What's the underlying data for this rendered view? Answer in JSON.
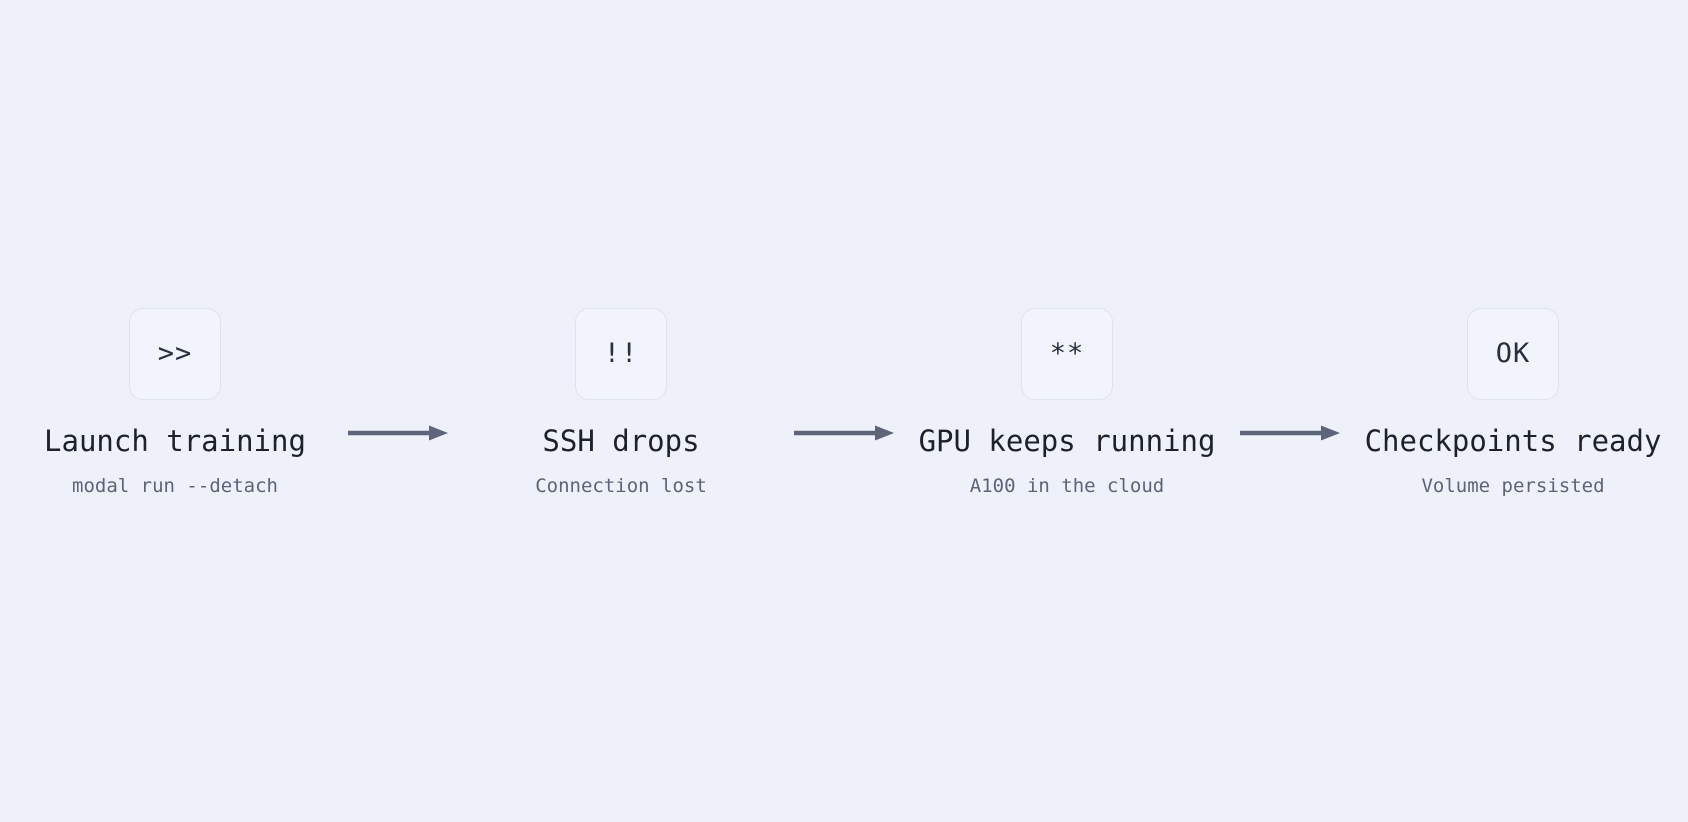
{
  "theme": {
    "background": "#eef1fa",
    "box_fill": "#f2f4fc",
    "box_border": "#dee3f1",
    "title_color": "#1d2129",
    "subtitle_color": "#5d6478",
    "arrow_color": "#5e6479"
  },
  "diagram": {
    "type": "horizontal-flow",
    "nodes": [
      {
        "icon_glyph": ">>",
        "icon_name": "chevron-double-right-icon",
        "title": "Launch training",
        "subtitle": "modal run --detach"
      },
      {
        "icon_glyph": "!!",
        "icon_name": "double-exclamation-icon",
        "title": "SSH drops",
        "subtitle": "Connection lost"
      },
      {
        "icon_glyph": "**",
        "icon_name": "double-asterisk-icon",
        "title": "GPU keeps running",
        "subtitle": "A100 in the cloud"
      },
      {
        "icon_glyph": "OK",
        "icon_name": "ok-status-icon",
        "title": "Checkpoints ready",
        "subtitle": "Volume persisted"
      }
    ],
    "connectors": [
      {
        "name": "arrow-1",
        "direction": "right"
      },
      {
        "name": "arrow-2",
        "direction": "right"
      },
      {
        "name": "arrow-3",
        "direction": "right"
      }
    ]
  }
}
